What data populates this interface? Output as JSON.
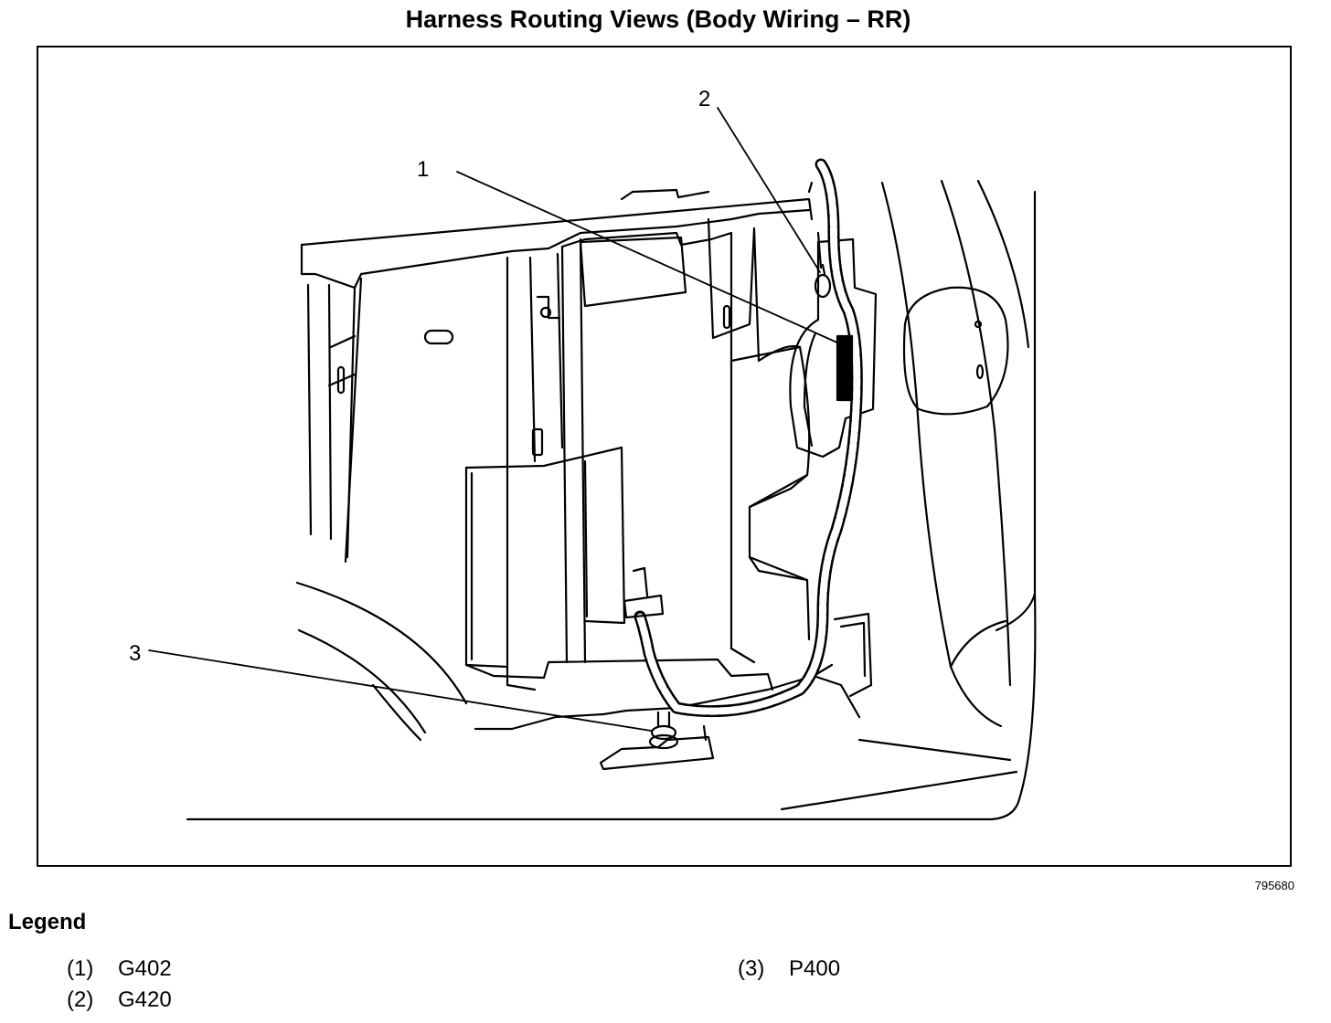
{
  "title": "Harness Routing Views (Body Wiring – RR)",
  "figure_id": "795680",
  "callouts": [
    "1",
    "2",
    "3"
  ],
  "legend": {
    "title": "Legend",
    "items": [
      {
        "num": "(1)",
        "label": "G402"
      },
      {
        "num": "(2)",
        "label": "G420"
      },
      {
        "num": "(3)",
        "label": "P400"
      }
    ]
  }
}
